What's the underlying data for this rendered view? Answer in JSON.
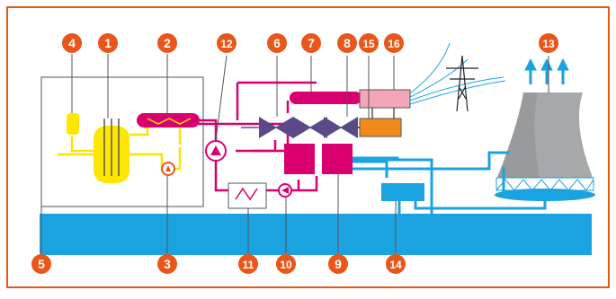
{
  "callouts": [
    {
      "num": "1"
    },
    {
      "num": "2"
    },
    {
      "num": "3"
    },
    {
      "num": "4"
    },
    {
      "num": "5"
    },
    {
      "num": "6"
    },
    {
      "num": "7"
    },
    {
      "num": "8"
    },
    {
      "num": "9"
    },
    {
      "num": "10"
    },
    {
      "num": "11"
    },
    {
      "num": "12"
    },
    {
      "num": "13"
    },
    {
      "num": "14"
    },
    {
      "num": "15"
    },
    {
      "num": "16"
    }
  ],
  "colors": {
    "frame": "#e8561a",
    "callout": "#e8561a",
    "water": "#1aa3e0",
    "steam": "#d8006e",
    "primary": "#f5e600",
    "reactor": "#ffe600",
    "generator": "#f08a1a",
    "transformer": "#f2a6b6",
    "tower": "#a6a8aa",
    "tower_dark": "#6e7072",
    "pylon": "#222222",
    "wires": "#1aa3e0",
    "valve": "#5b4a8a",
    "containment": "#8c8c8c"
  }
}
